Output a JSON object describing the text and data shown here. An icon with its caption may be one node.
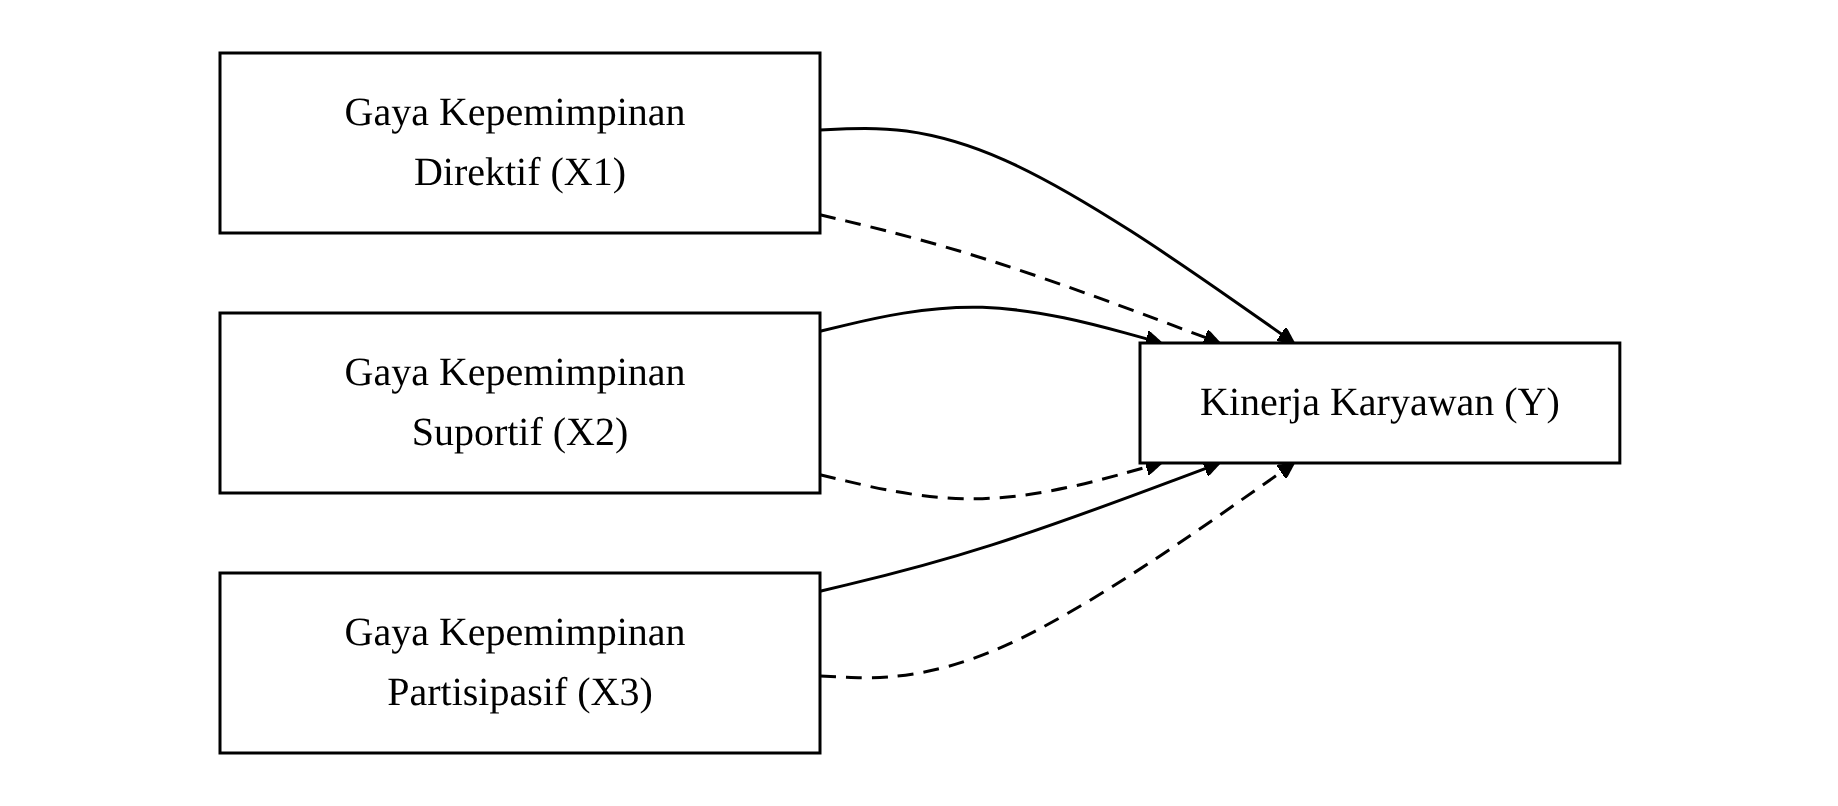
{
  "diagram": {
    "nodes": [
      {
        "text": [
          "Gaya Kepemimpinan Direktif (X1)"
        ]
      },
      {
        "text": [
          "Gaya Kepemimpinan Suportif (X2)"
        ]
      },
      {
        "text": [
          "Gaya Kepemimpinan Partisipasif (X3)"
        ]
      },
      {
        "text": [
          "Kinerja Karyawan (Y)"
        ]
      }
    ],
    "edges": [
      {
        "from": 0,
        "to": 3,
        "arrow": "to"
      },
      {
        "from": 1,
        "to": 3,
        "arrow": "to"
      },
      {
        "from": 2,
        "to": 3,
        "arrow": "to"
      },
      {
        "from": 0,
        "to": 3,
        "arrow": "to",
        "style": "dashed"
      },
      {
        "from": 1,
        "to": 3,
        "arrow": "to",
        "style": "dashed"
      },
      {
        "from": 2,
        "to": 3,
        "arrow": "to",
        "style": "dashed"
      }
    ]
  }
}
